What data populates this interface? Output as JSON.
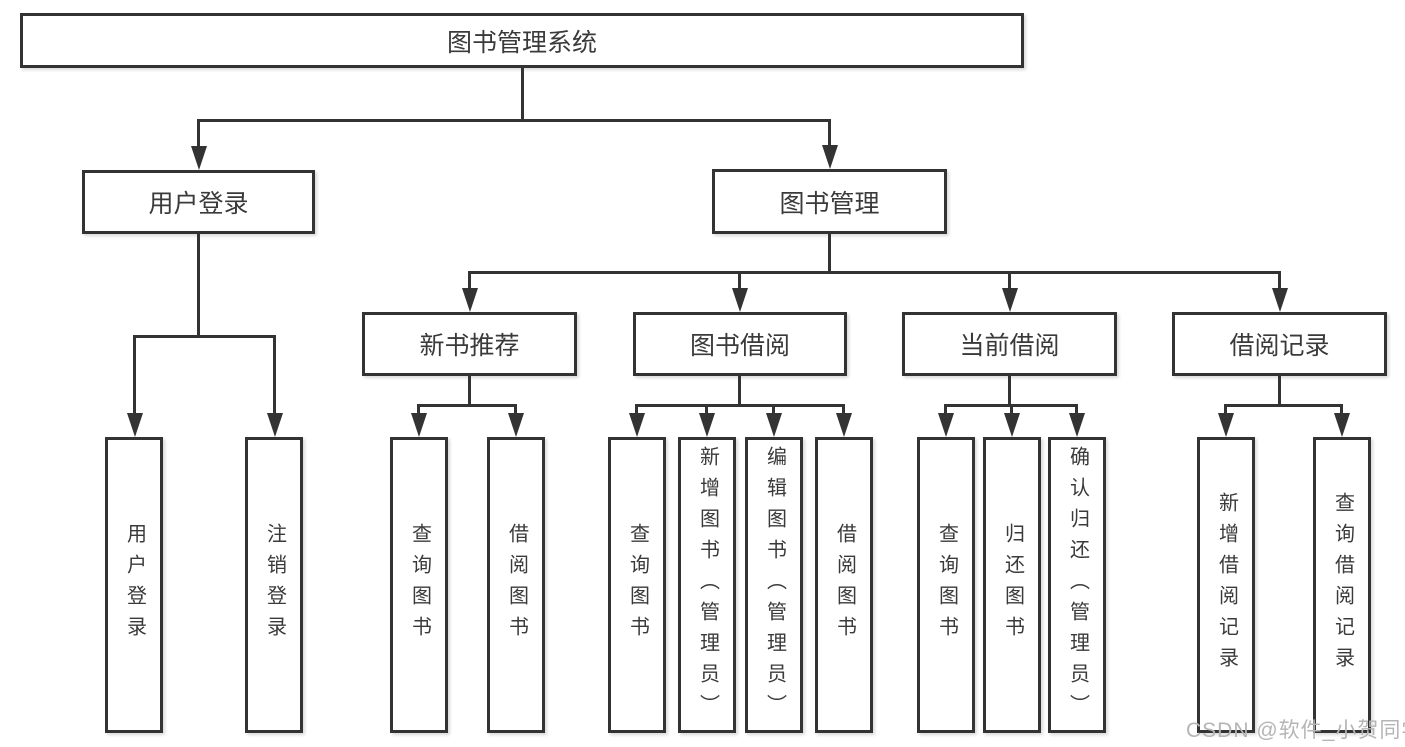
{
  "colors": {
    "line": "#333333",
    "text": "#3a3a3a",
    "background": "#ffffff",
    "watermark": "#b5b5b5"
  },
  "nodes": {
    "root": "图书管理系统",
    "user_login": "用户登录",
    "book_management": "图书管理",
    "new_book_recommend": "新书推荐",
    "book_borrow": "图书借阅",
    "current_borrow": "当前借阅",
    "borrow_records": "借阅记录",
    "leaves": {
      "login": "用户登录",
      "logout": "注销登录",
      "nb_query": "查询图书",
      "nb_borrow": "借阅图书",
      "bw_query": "查询图书",
      "bw_add": "新增图书（管理员）",
      "bw_edit": "编辑图书（管理员）",
      "bw_borrow": "借阅图书",
      "cur_query": "查询图书",
      "cur_return": "归还图书",
      "cur_confirm": "确认归还（管理员）",
      "rec_add": "新增借阅记录",
      "rec_query": "查询借阅记录"
    }
  },
  "watermark": "CSDN @软件_小贺同学"
}
